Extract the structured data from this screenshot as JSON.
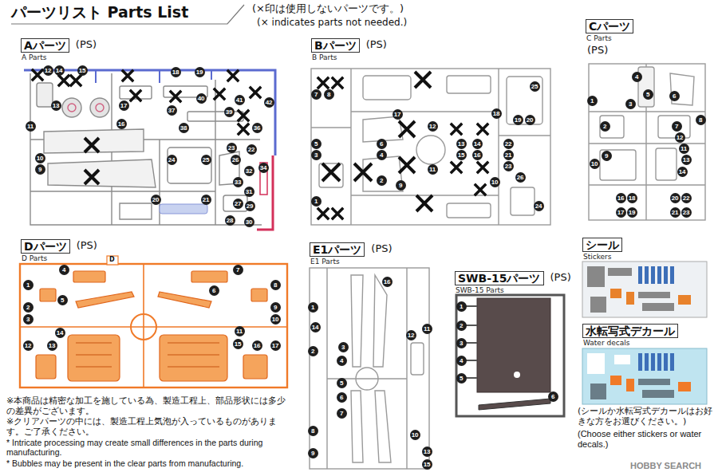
{
  "diagram": {
    "title": "パーツリスト Parts List",
    "nodes": [
      {
        "text": [
          "Aパーツ",
          "A Parts",
          "(PS)"
        ]
      },
      {
        "text": [
          "Bパーツ",
          "B Parts",
          "(PS)"
        ]
      },
      {
        "text": [
          "Cパーツ",
          "C Parts",
          "(PS)"
        ]
      },
      {
        "text": [
          "Dパーツ",
          "D Parts",
          "(PS)"
        ]
      },
      {
        "text": [
          "E1パーツ",
          "E1 Parts",
          "(PS)"
        ]
      },
      {
        "text": [
          "SWB-15パーツ",
          "SWB-15 Parts",
          "(PS)"
        ]
      },
      {
        "text": [
          "シール",
          "Stickers"
        ]
      },
      {
        "text": [
          "水転写式デカール",
          "Water decals"
        ]
      }
    ],
    "labels": [
      "(×印は使用しないパーツです。)",
      "(× indicates parts not needed.)",
      "※本商品は精密な加工を施している為、製造工程上、部品形状には多少の差異がございます。",
      "※クリアパーツの中には、製造工程上気泡が入っているものがあります。ご了承ください。",
      "* Intricate processing may create small differences in the parts during manufacturing.",
      "* Bubbles may be present in the clear parts from manufacturing.",
      "(シールか水転写式デカールはお好きな方をお選びください。)",
      "(Choose either stickers or water decals.)",
      "HOBBY SEARCH",
      "D",
      "12",
      "14",
      "15",
      "18",
      "19",
      "13",
      "17",
      "16",
      "37",
      "40",
      "41",
      "42",
      "39",
      "38",
      "36",
      "11",
      "23",
      "22",
      "10",
      "9",
      "24",
      "25",
      "26",
      "32",
      "34",
      "33",
      "31",
      "27",
      "29",
      "28",
      "30",
      "20",
      "21",
      "7",
      "8",
      "25",
      "17",
      "18",
      "19",
      "20",
      "12",
      "5",
      "3",
      "6",
      "4",
      "13",
      "14",
      "15",
      "16",
      "22",
      "21",
      "23",
      "11",
      "2",
      "9",
      "26",
      "10",
      "1",
      "24",
      "4",
      "5",
      "3",
      "1",
      "6",
      "2",
      "7",
      "8",
      "12",
      "11",
      "9",
      "13",
      "10",
      "14",
      "16",
      "18",
      "20",
      "22",
      "17",
      "19",
      "21",
      "23",
      "4",
      "7",
      "1",
      "8",
      "5",
      "6",
      "2",
      "9",
      "3",
      "10",
      "11",
      "14",
      "15",
      "12",
      "13",
      "16",
      "17",
      "16",
      "1",
      "14",
      "12",
      "11",
      "2",
      "3",
      "4",
      "5",
      "6",
      "7",
      "8",
      "9",
      "10",
      "13",
      "15",
      "1",
      "2",
      "3",
      "4",
      "5",
      "6"
    ]
  }
}
